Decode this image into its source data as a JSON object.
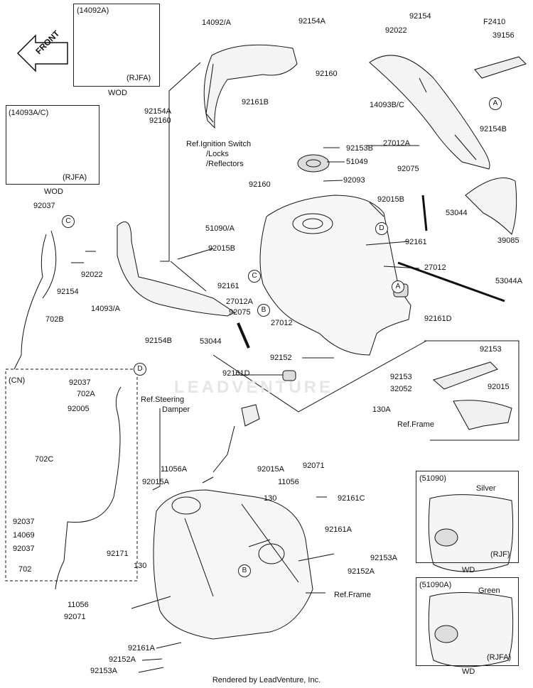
{
  "watermark": "LEADVENTURE",
  "footer": "Rendered by LeadVenture, Inc.",
  "front_arrow": "FRONT",
  "inset_boxes": {
    "b1": {
      "code": "(14092A)",
      "variant": "(RJFA)",
      "caption": "WOD"
    },
    "b2": {
      "code": "(14093A/C)",
      "variant": "(RJFA)",
      "caption": "WOD"
    },
    "b3": {
      "code": "(CN)"
    },
    "b4": {
      "code": "(51090)",
      "color": "Silver",
      "variant": "(RJF)",
      "caption": "WD"
    },
    "b5": {
      "code": "(51090A)",
      "color": "Green",
      "variant": "(RJFA)",
      "caption": "WD"
    }
  },
  "callouts": {
    "A": "A",
    "B": "B",
    "C": "C",
    "D": "D"
  },
  "labels": {
    "l01": "14092/A",
    "l02": "92154A",
    "l03": "92154",
    "l04": "92022",
    "l05": "F2410",
    "l06": "39156",
    "l07": "92160",
    "l08": "92161B",
    "l09": "14093B/C",
    "l10": "92154A",
    "l11": "92160",
    "l12": "Ref.Ignition Switch",
    "l13": "/Locks",
    "l14": "/Reflectors",
    "l15": "92153B",
    "l16": "27012A",
    "l17": "92154B",
    "l18": "51049",
    "l19": "92075",
    "l20": "92093",
    "l21": "92037",
    "l22": "92160",
    "l23": "92015B",
    "l24": "53044",
    "l25": "51090/A",
    "l26": "92161",
    "l27": "39085",
    "l28": "92015B",
    "l29": "92022",
    "l30": "92161",
    "l31": "27012",
    "l32": "92154",
    "l33": "53044A",
    "l34": "14093/A",
    "l35": "27012A",
    "l36": "92075",
    "l37": "92161D",
    "l38": "702B",
    "l39": "27012",
    "l40": "92154B",
    "l41": "53044",
    "l42": "92152",
    "l43": "92153",
    "l44": "92037",
    "l45": "92161D",
    "l46": "92153",
    "l47": "702A",
    "l48": "92015",
    "l49": "32052",
    "l50": "92005",
    "l51": "Ref.Steering",
    "l52": "Damper",
    "l53": "130A",
    "l54": "Ref.Frame",
    "l55": "702C",
    "l56": "11056A",
    "l57": "92015A",
    "l58": "92071",
    "l59": "92015A",
    "l60": "11056",
    "l61": "130",
    "l62": "92161C",
    "l63": "92037",
    "l64": "14069",
    "l65": "92037",
    "l66": "92161A",
    "l67": "92153A",
    "l68": "702",
    "l69": "92171",
    "l70": "130",
    "l71": "92152A",
    "l72": "Ref.Frame",
    "l73": "11056",
    "l74": "92071",
    "l75": "92161A",
    "l76": "92152A",
    "l77": "92153A"
  }
}
